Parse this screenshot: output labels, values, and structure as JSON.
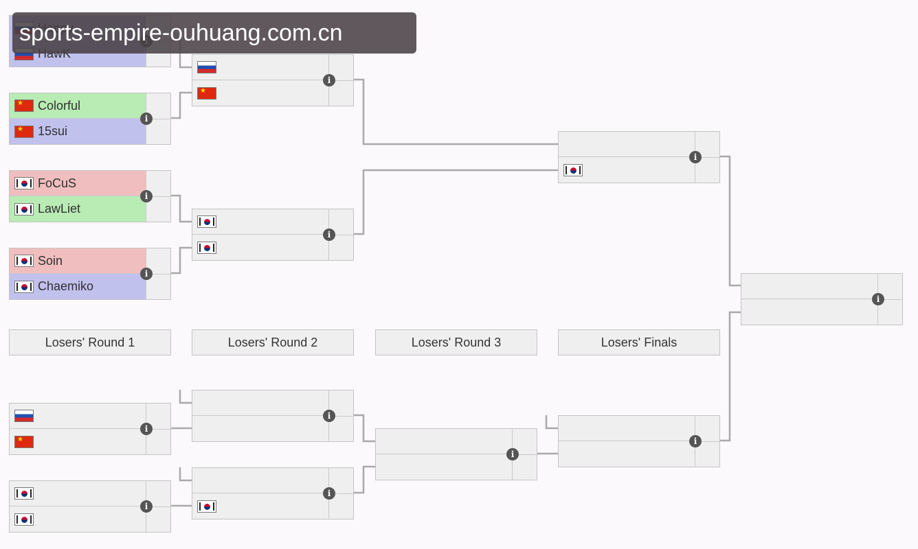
{
  "watermark": "sports-empire-ouhuang.com.cn",
  "rounds": [
    "Losers' Round 1",
    "Losers' Round 2",
    "Losers' Round 3",
    "Losers' Finals"
  ],
  "matches": [
    {
      "id": "u-r1-m1",
      "slots": [
        {
          "name": "Happy",
          "flag": "ru",
          "color": "blue"
        },
        {
          "name": "HawK",
          "flag": "ru",
          "color": "blue"
        }
      ]
    },
    {
      "id": "u-r1-m2",
      "slots": [
        {
          "name": "Colorful",
          "flag": "cn",
          "color": "green"
        },
        {
          "name": "15sui",
          "flag": "cn",
          "color": "blue"
        }
      ]
    },
    {
      "id": "u-r1-m3",
      "slots": [
        {
          "name": "FoCuS",
          "flag": "kr",
          "color": "red"
        },
        {
          "name": "LawLiet",
          "flag": "kr",
          "color": "green"
        }
      ]
    },
    {
      "id": "u-r1-m4",
      "slots": [
        {
          "name": "Soin",
          "flag": "kr",
          "color": "red"
        },
        {
          "name": "Chaemiko",
          "flag": "kr",
          "color": "blue"
        }
      ]
    },
    {
      "id": "u-r2-m1",
      "slots": [
        {
          "name": "",
          "flag": "ru"
        },
        {
          "name": "",
          "flag": "cn"
        }
      ]
    },
    {
      "id": "u-r2-m2",
      "slots": [
        {
          "name": "",
          "flag": "kr"
        },
        {
          "name": "",
          "flag": "kr"
        }
      ]
    },
    {
      "id": "u-r3-m1",
      "slots": [
        {
          "name": ""
        },
        {
          "name": "",
          "flag": "kr"
        }
      ]
    },
    {
      "id": "grand-final",
      "slots": [
        {
          "name": ""
        },
        {
          "name": ""
        }
      ]
    },
    {
      "id": "l-r1-m1",
      "slots": [
        {
          "name": "",
          "flag": "ru"
        },
        {
          "name": "",
          "flag": "cn"
        }
      ]
    },
    {
      "id": "l-r1-m2",
      "slots": [
        {
          "name": "",
          "flag": "kr"
        },
        {
          "name": "",
          "flag": "kr"
        }
      ]
    },
    {
      "id": "l-r2-m1",
      "slots": [
        {
          "name": ""
        },
        {
          "name": ""
        }
      ]
    },
    {
      "id": "l-r2-m2",
      "slots": [
        {
          "name": ""
        },
        {
          "name": "",
          "flag": "kr"
        }
      ]
    },
    {
      "id": "l-r3-m1",
      "slots": [
        {
          "name": ""
        },
        {
          "name": ""
        }
      ]
    },
    {
      "id": "l-final",
      "slots": [
        {
          "name": ""
        },
        {
          "name": ""
        }
      ]
    }
  ],
  "colors": {
    "green": "#b9ecb4",
    "red": "#f0bebe",
    "blue": "#c1c1ee",
    "empty": "#efefef",
    "connector": "#a9a9a9"
  },
  "icons": {
    "info": "info-icon"
  }
}
